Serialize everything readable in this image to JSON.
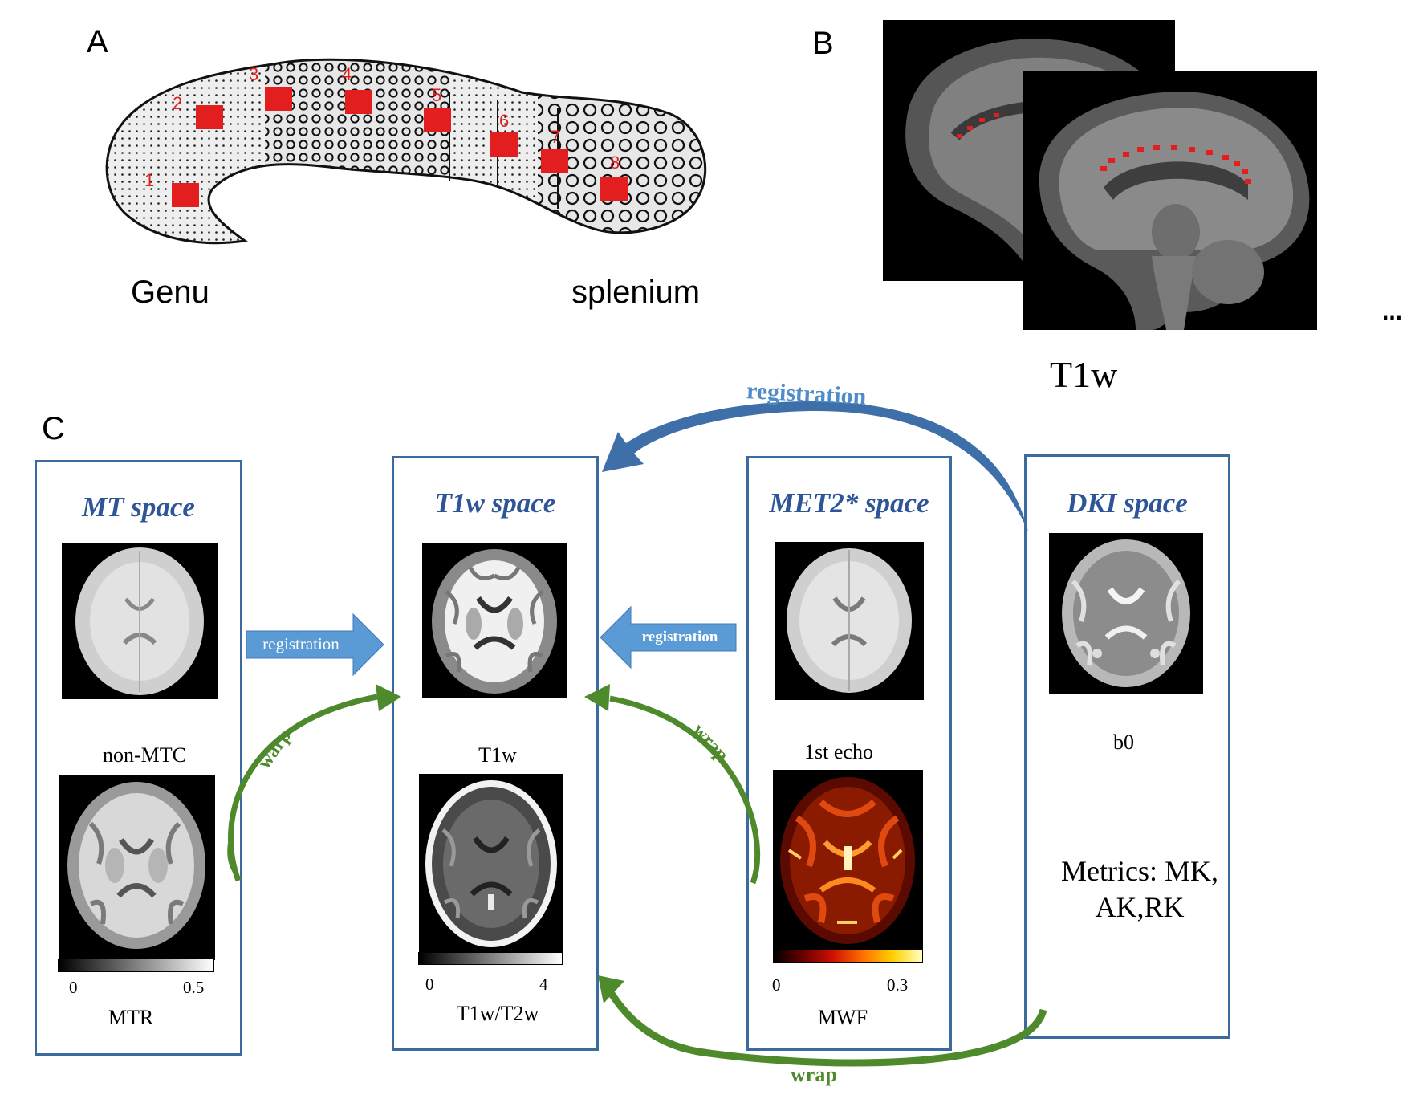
{
  "panel_a": {
    "letter": "A",
    "genu_label": "Genu",
    "splenium_label": "splenium",
    "roi_numbers": [
      "1",
      "2",
      "3",
      "4",
      "5",
      "6",
      "7",
      "8"
    ]
  },
  "panel_b": {
    "letter": "B",
    "caption": "T1w",
    "ellipsis": "..."
  },
  "panel_c": {
    "letter": "C",
    "mt": {
      "title": "MT space",
      "img1_caption": "non-MTC",
      "colorbar_min": "0",
      "colorbar_max": "0.5",
      "metric_label": "MTR"
    },
    "t1w": {
      "title": "T1w space",
      "img1_caption": "T1w",
      "colorbar_min": "0",
      "colorbar_max": "4",
      "metric_label": "T1w/T2w"
    },
    "met2": {
      "title": "MET2* space",
      "img1_caption": "1st echo",
      "colorbar_min": "0",
      "colorbar_max": "0.3",
      "metric_label": "MWF"
    },
    "dki": {
      "title": "DKI space",
      "img1_caption": "b0",
      "metrics_line1": "Metrics: MK,",
      "metrics_line2": "AK,RK"
    },
    "arrows": {
      "mt_to_t1w": "registration",
      "met2_to_t1w": "registration",
      "dki_to_t1w": "registration",
      "t1w_to_mt": "warp",
      "t1w_to_met2": "wrap",
      "t1w_to_dki": "wrap"
    },
    "colors": {
      "box_border": "#3b6a9e",
      "title": "#2e5597",
      "blue_arrow": "#5b9bd5",
      "green_arrow": "#4e8a2c",
      "roi_red": "#e31e1e"
    }
  }
}
